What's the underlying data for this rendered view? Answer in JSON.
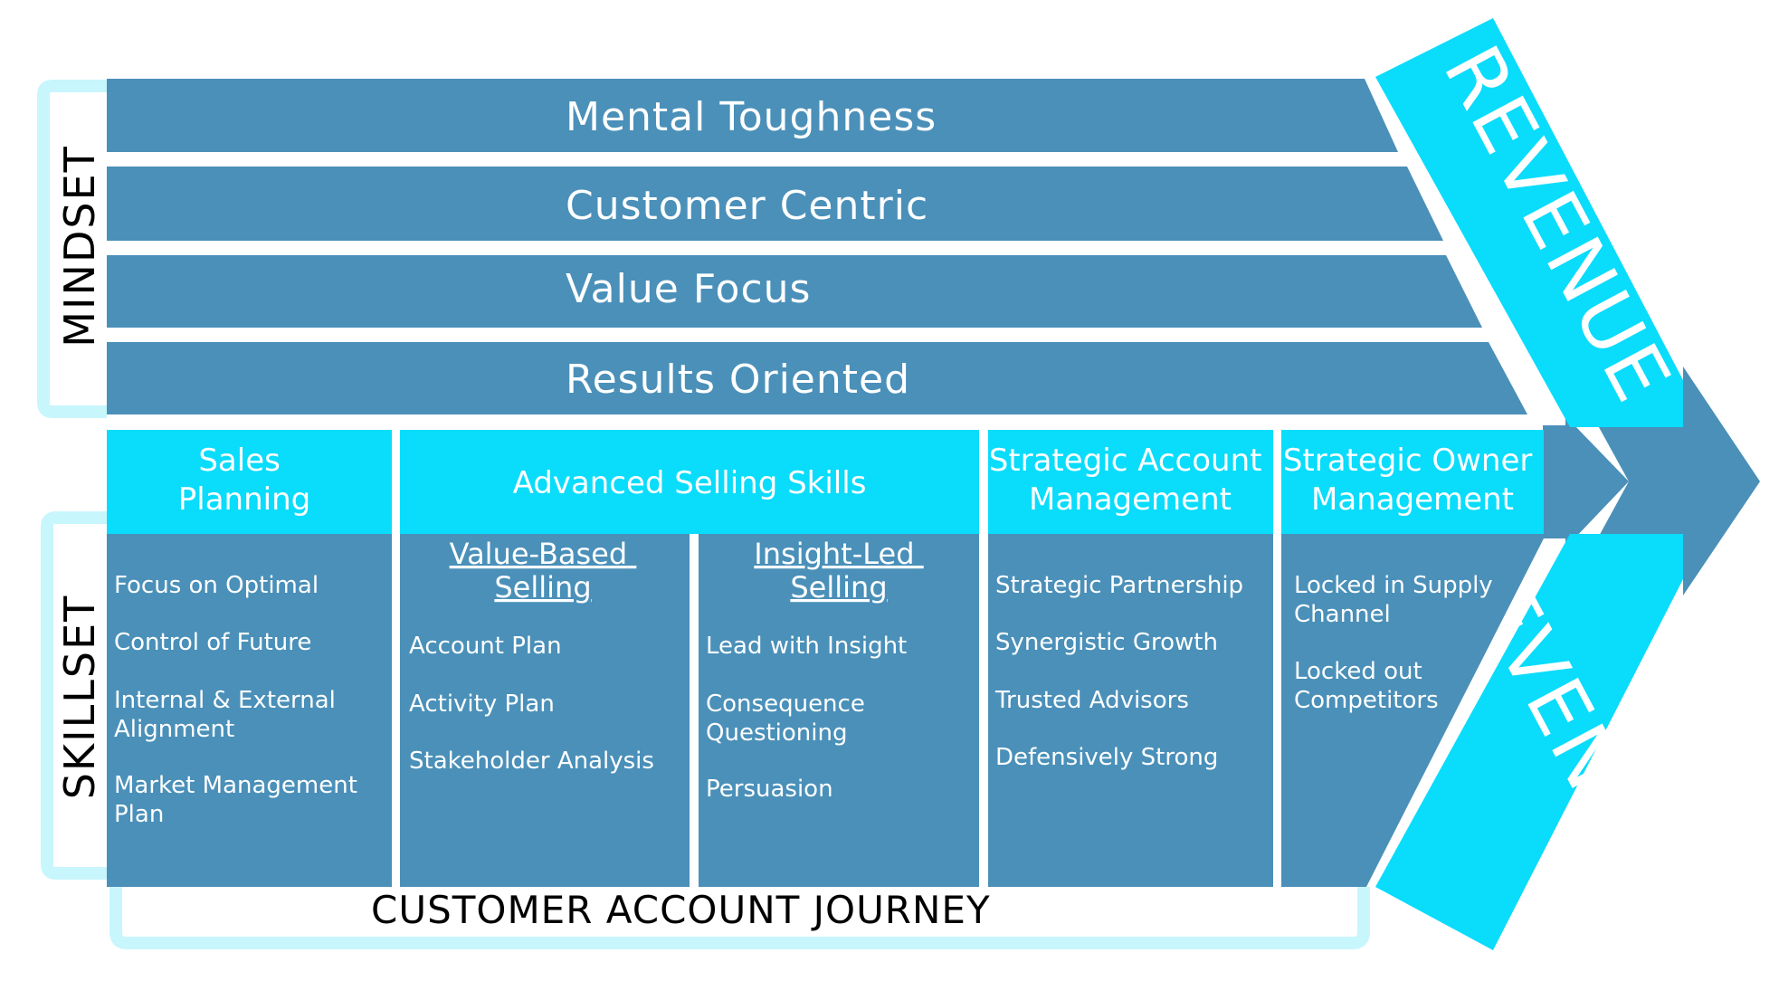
{
  "side_labels": {
    "mindset": "MINDSET",
    "skillset": "SKILLSET"
  },
  "journey_label": "CUSTOMER ACCOUNT JOURNEY",
  "revenue_label": "REVENUE",
  "mindset_bands": [
    {
      "label": "Mental Toughness"
    },
    {
      "label": "Customer Centric"
    },
    {
      "label": "Value Focus"
    },
    {
      "label": "Results Oriented"
    }
  ],
  "columns": [
    {
      "header": [
        "Sales",
        "Planning"
      ],
      "items": [
        [
          "Focus on Optimal"
        ],
        [
          "Control of Future"
        ],
        [
          "Internal & External",
          "Alignment"
        ],
        [
          "Market Management",
          "Plan"
        ]
      ]
    },
    {
      "header": [
        "Advanced Selling Skills"
      ],
      "subcolumns": [
        {
          "title": [
            "Value-Based",
            "Selling"
          ],
          "items": [
            [
              "Account Plan"
            ],
            [
              "Activity Plan"
            ],
            [
              "Stakeholder Analysis"
            ]
          ]
        },
        {
          "title": [
            "Insight-Led",
            "Selling"
          ],
          "items": [
            [
              "Lead with Insight"
            ],
            [
              "Consequence",
              "Questioning"
            ],
            [
              "Persuasion"
            ]
          ]
        }
      ]
    },
    {
      "header": [
        "Strategic Account",
        "Management"
      ],
      "items": [
        [
          "Strategic Partnership"
        ],
        [
          "Synergistic Growth"
        ],
        [
          "Trusted Advisors"
        ],
        [
          "Defensively Strong"
        ]
      ]
    },
    {
      "header": [
        "Strategic Owner",
        "Management"
      ],
      "items": [
        [
          "Locked in Supply",
          "Channel"
        ],
        [
          "Locked out",
          "Competitors"
        ]
      ]
    }
  ],
  "colors": {
    "band": "#4a90b9",
    "header": "#0adcfb",
    "bracket": "#c8f6fd"
  }
}
